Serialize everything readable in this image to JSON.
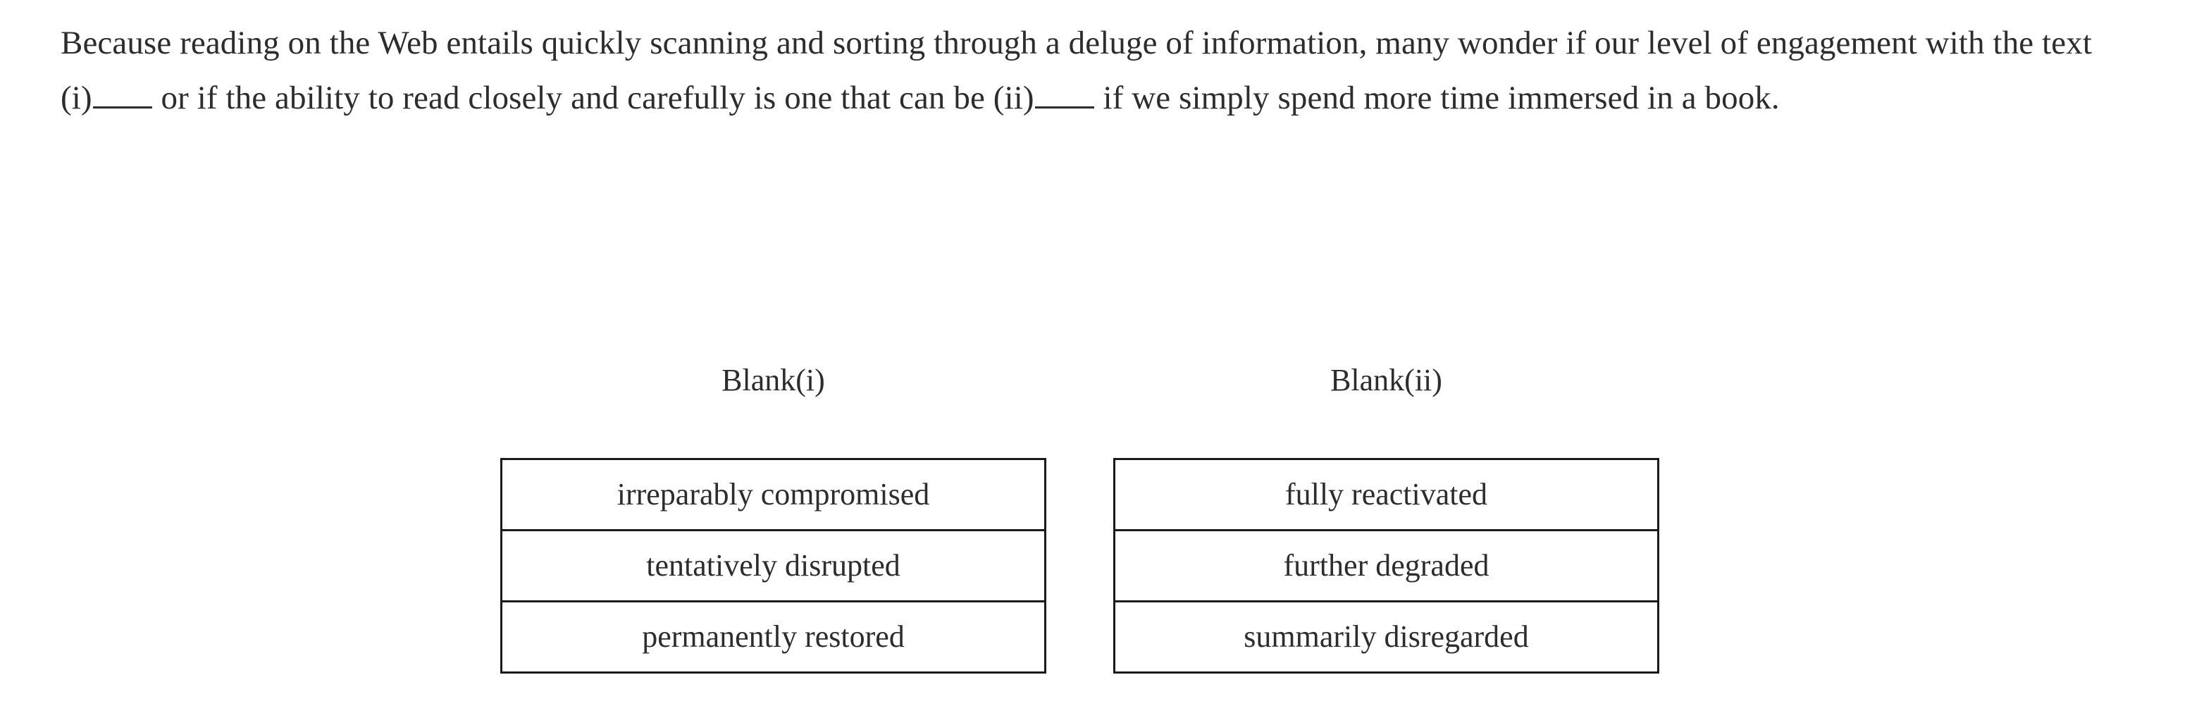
{
  "question": {
    "passage_parts": {
      "segment_1": "Because reading on the Web entails quickly scanning and sorting through a deluge of information, many wonder if our level of engagement with the text (i)",
      "segment_2": " or if the ability to read closely and carefully is one that can be (ii)",
      "segment_3": " if we simply spend more time immersed in a book."
    },
    "passage_full": "Because reading on the Web entails quickly scanning and sorting through a deluge of information, many wonder if our level of engagement with the text (i)_____ or if the ability to read closely and carefully is one that can be (ii)_____ if we simply spend more time immersed in a book."
  },
  "blanks": [
    {
      "header": "Blank(i)",
      "options": [
        "irreparably compromised",
        "tentatively disrupted",
        "permanently restored"
      ]
    },
    {
      "header": "Blank(ii)",
      "options": [
        "fully reactivated",
        "further degraded",
        "summarily disregarded"
      ]
    }
  ],
  "colors": {
    "text": "#2d2d2d",
    "border": "#1a1a1a",
    "background": "#ffffff"
  }
}
